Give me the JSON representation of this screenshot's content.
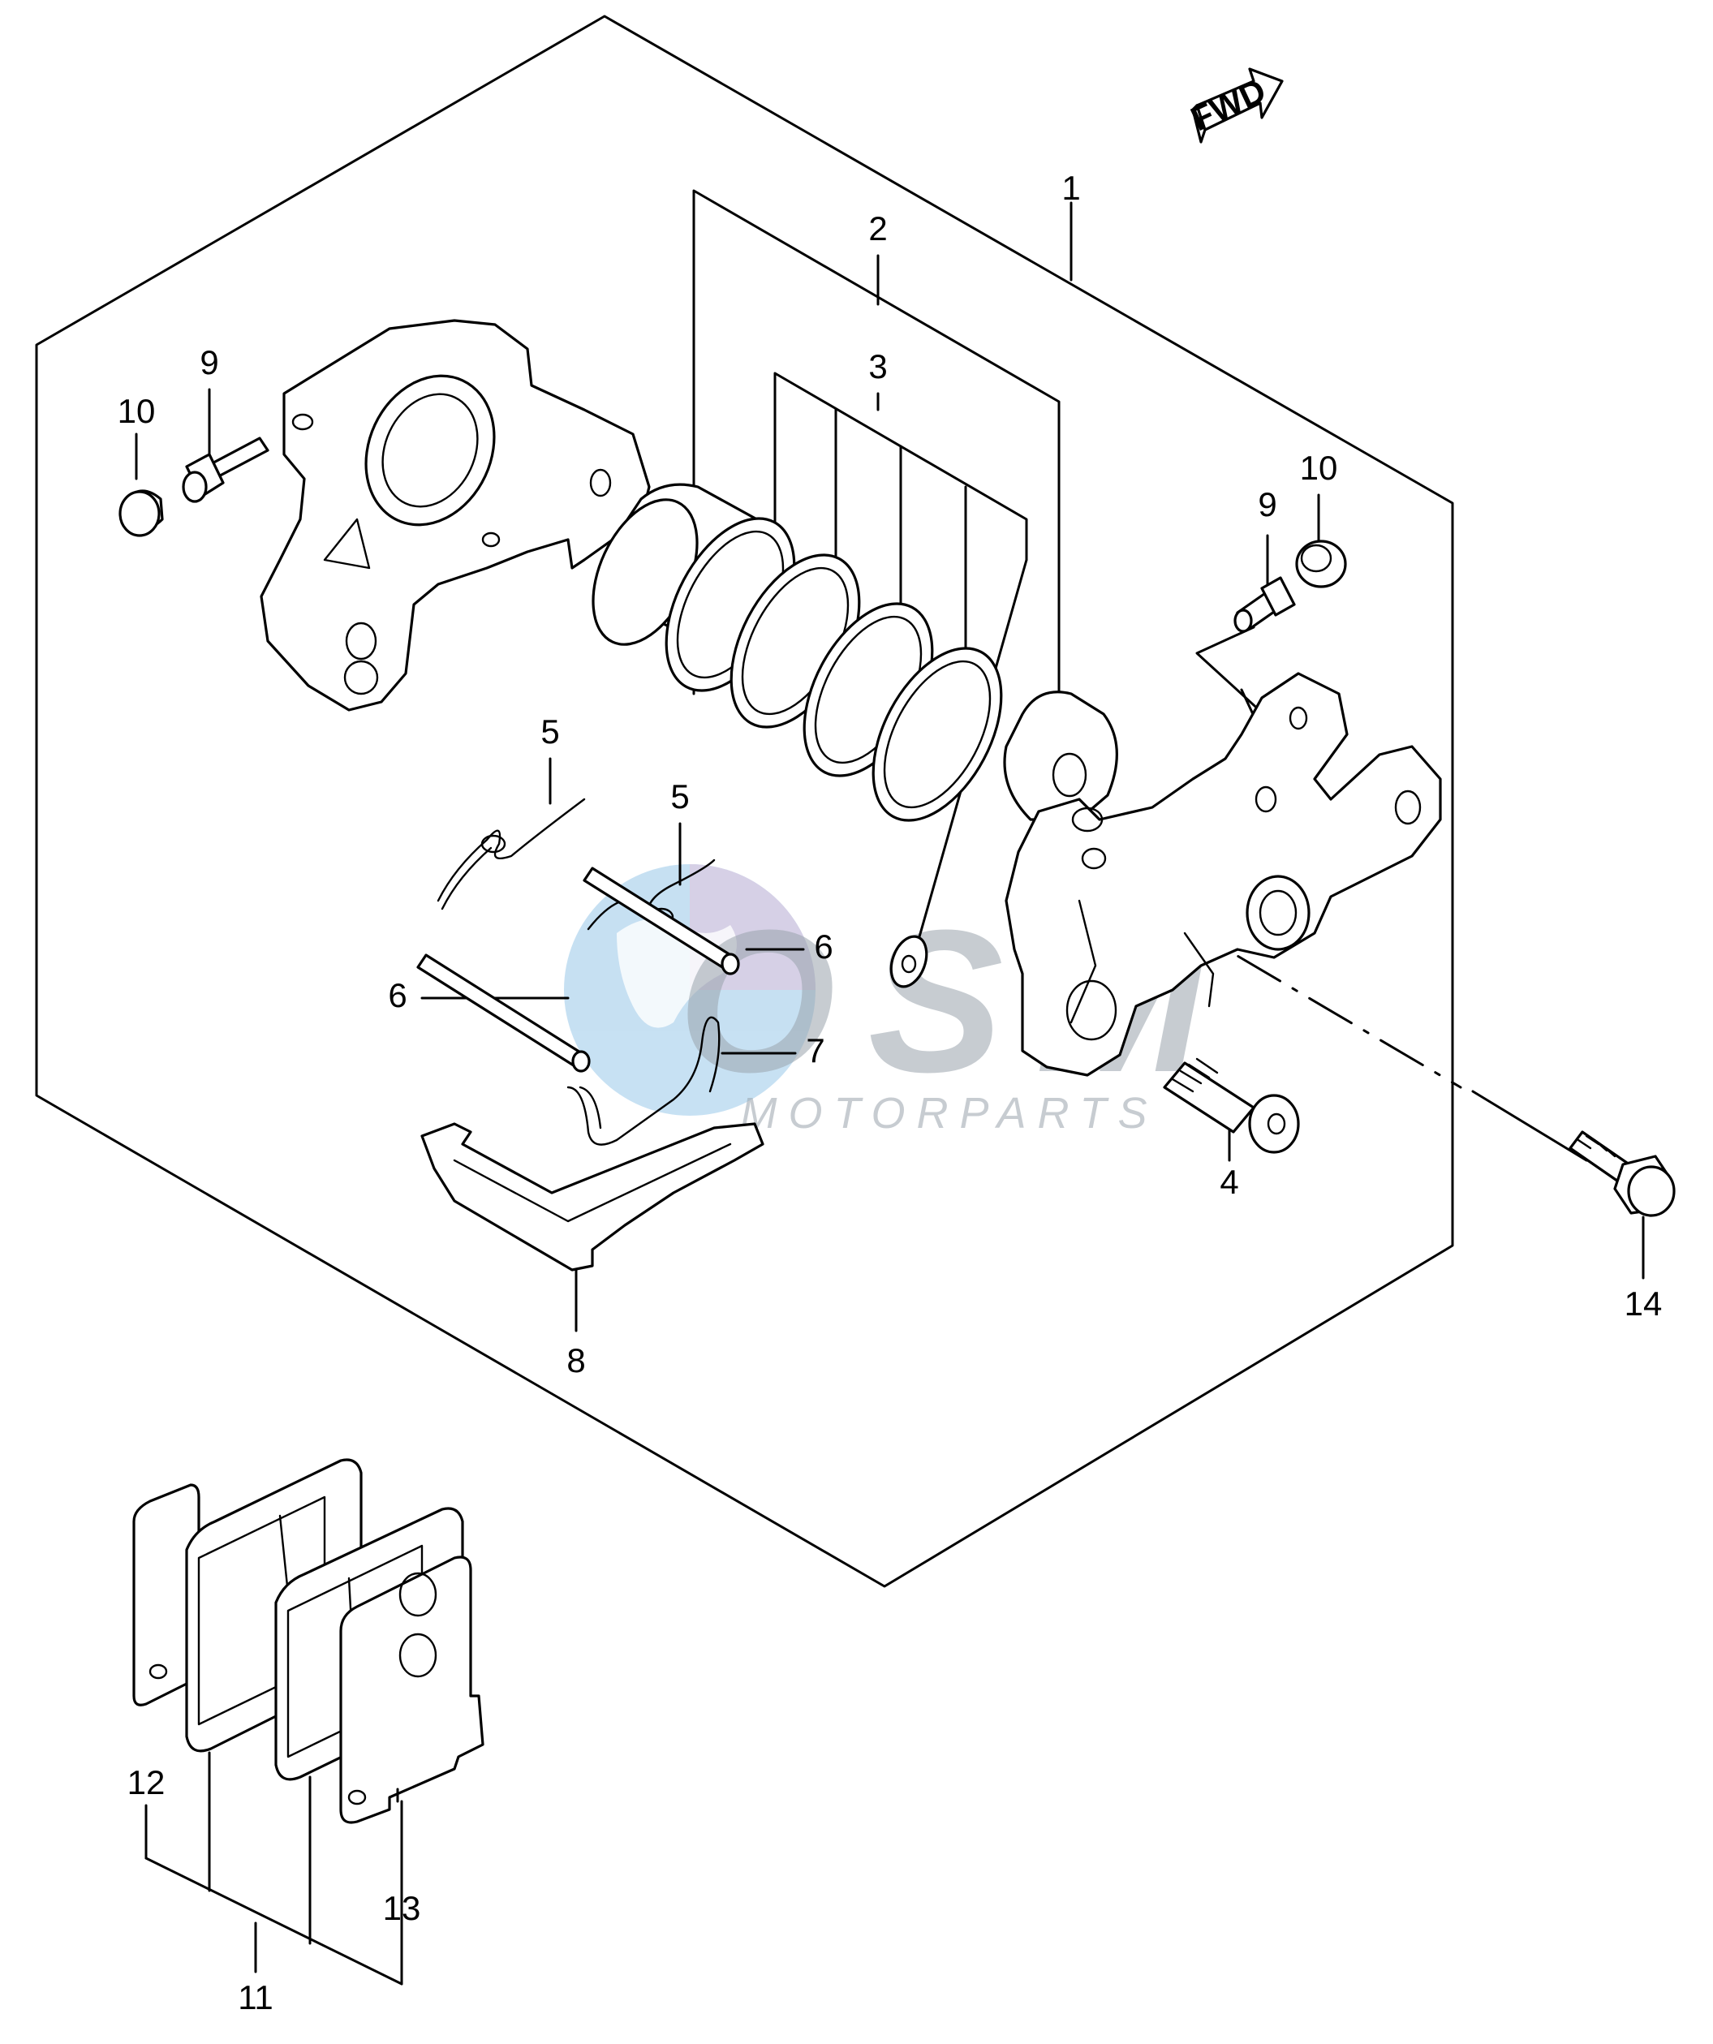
{
  "diagram": {
    "fwd_label": "FWD",
    "callouts": [
      "1",
      "2",
      "3",
      "4",
      "5",
      "5",
      "6",
      "6",
      "7",
      "8",
      "9",
      "9",
      "10",
      "10",
      "11",
      "12",
      "13",
      "14"
    ]
  },
  "watermark": {
    "brand": "OSM",
    "sub": "MOTORPARTS",
    "colors": {
      "globe_blue": "#5fa8dc",
      "globe_purple": "#8c7ab8",
      "letters": "#9aa4ad"
    }
  }
}
